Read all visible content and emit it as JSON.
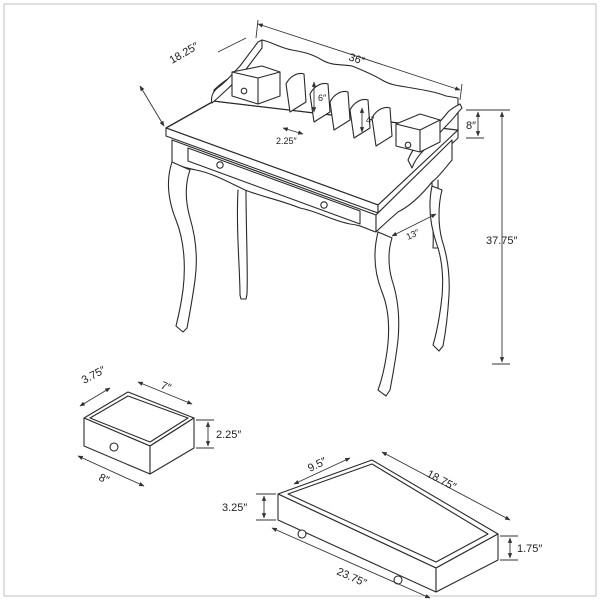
{
  "diagram": {
    "desk": {
      "width_label": "36″",
      "depth_label": "18.25″",
      "height_label": "37.75″",
      "hutch_height_label": "8″",
      "knee_depth_label": "13″",
      "divider_height_label": "6″",
      "divider_gap_label": "4″",
      "divider_spacing_label": "2.25″"
    },
    "small_drawer": {
      "depth_label": "3.75″",
      "width_label": "7″",
      "height_label": "2.25″",
      "front_label": "8″"
    },
    "large_drawer": {
      "depth_label": "9.5″",
      "inner_width_label": "18.75″",
      "height_label": "3.25″",
      "inner_height_label": "1.75″",
      "front_label": "23.75″"
    }
  }
}
